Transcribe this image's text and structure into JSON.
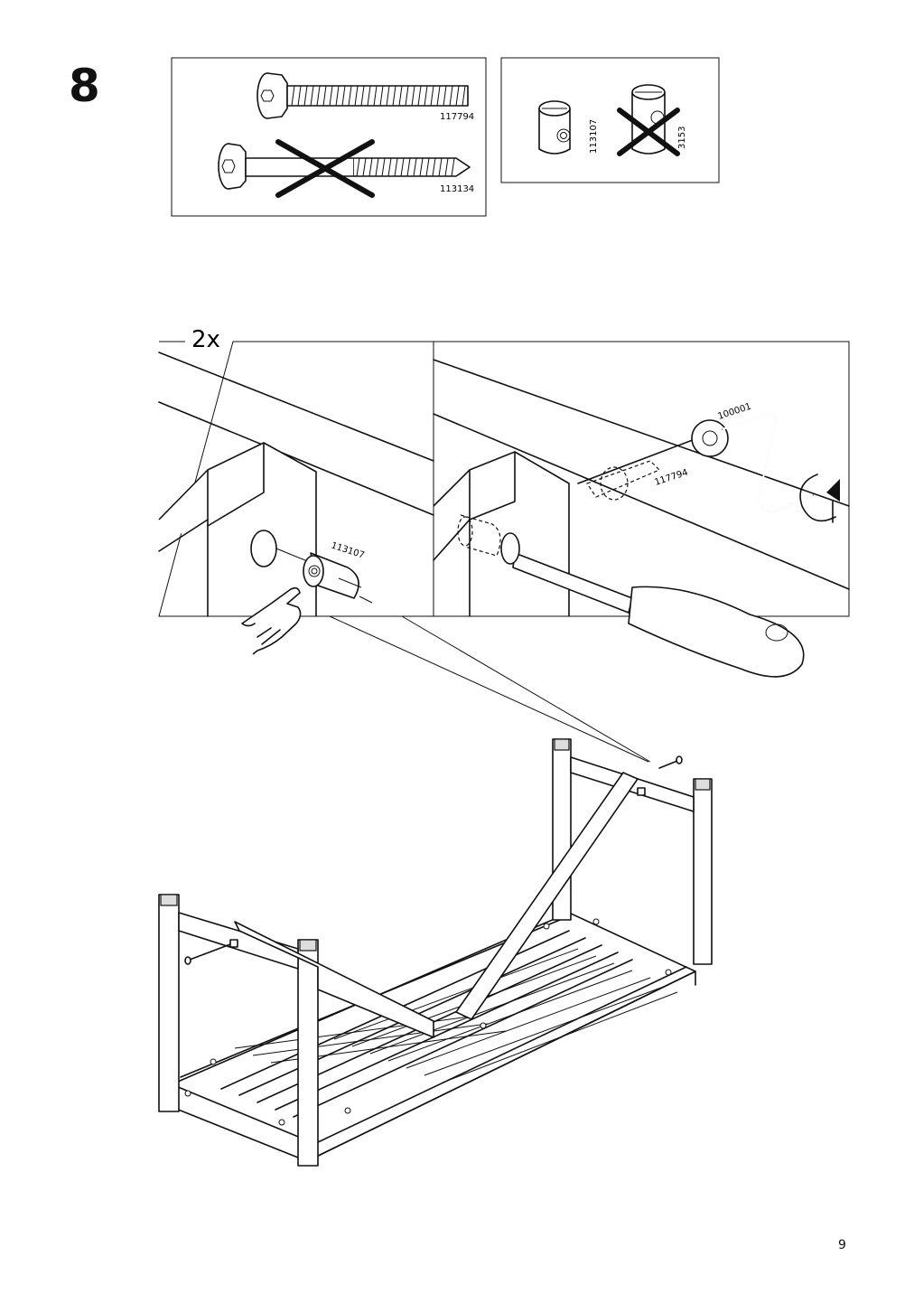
{
  "step": {
    "number": "8"
  },
  "box_screws": {
    "correct_part": "117794",
    "wrong_part": "113134"
  },
  "box_nuts": {
    "correct_part": "113107",
    "wrong_part": "3153"
  },
  "detail": {
    "quantity": "2x",
    "nut_part": "113107",
    "bolt_part": "117794",
    "key_part": "100001"
  },
  "page": {
    "number": "9"
  },
  "icons": [
    "push-hand-icon",
    "rotate-clockwise-icon",
    "allen-key-icon",
    "screwdriver-icon",
    "cross-icon"
  ]
}
